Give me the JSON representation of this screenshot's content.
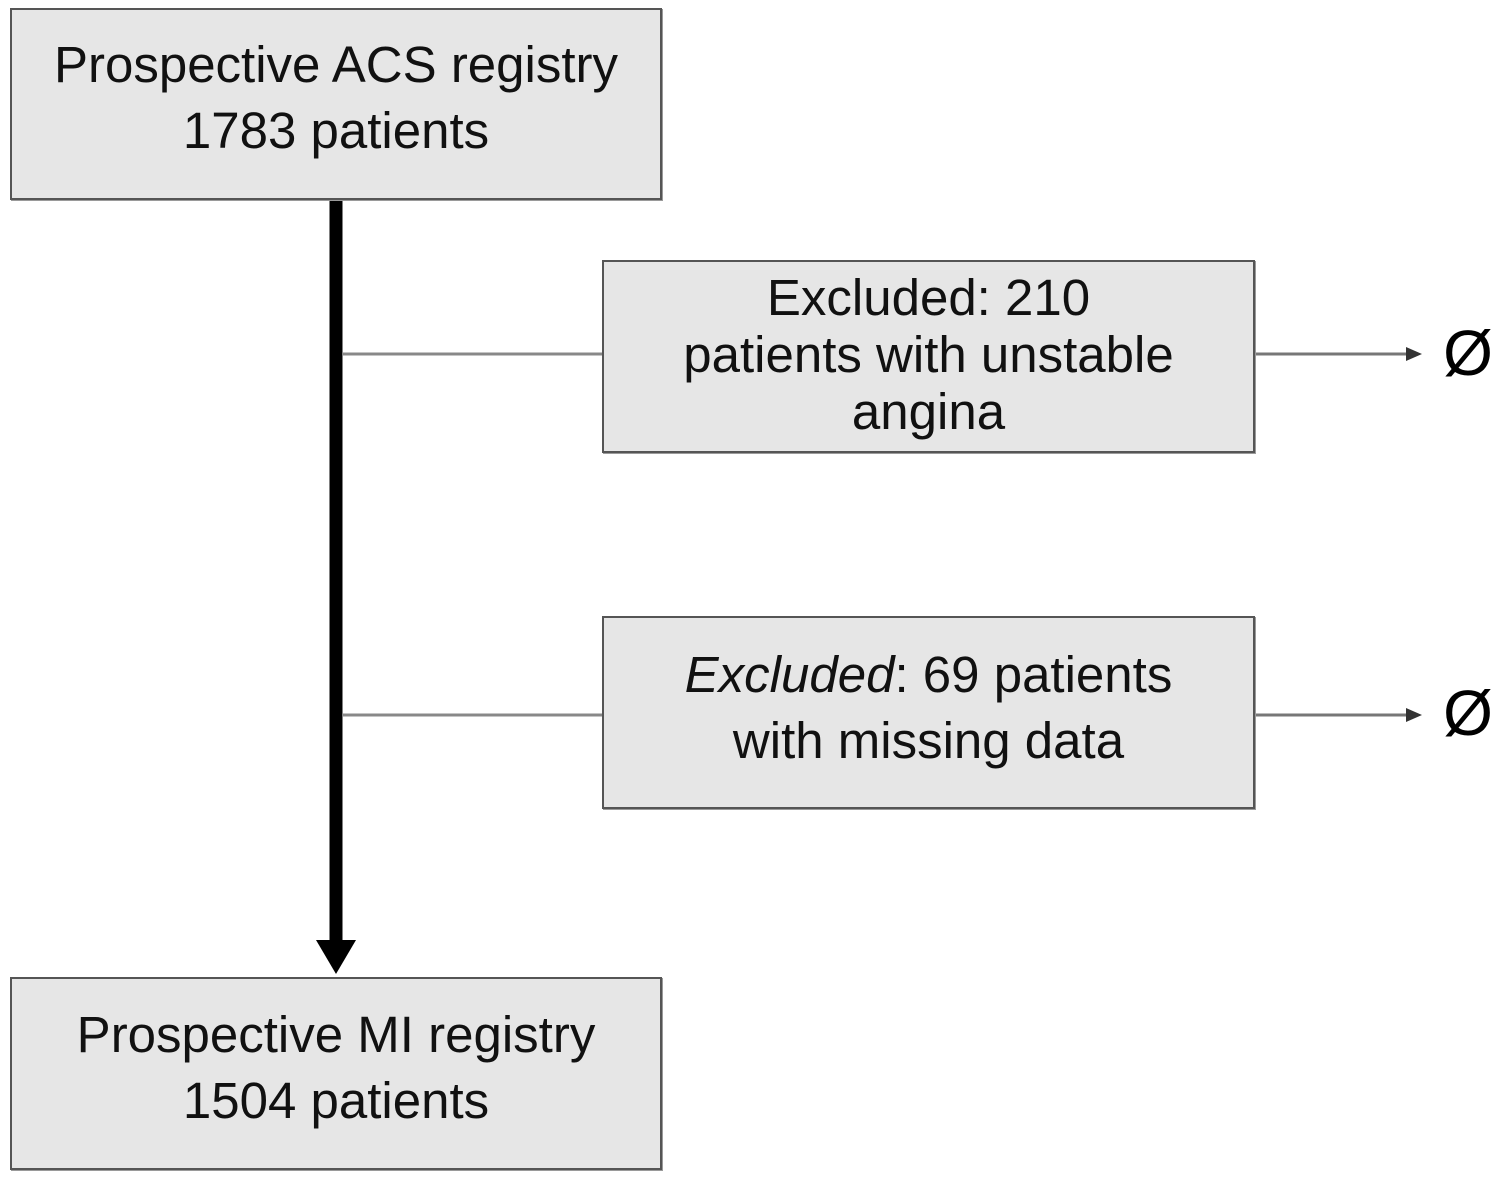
{
  "colors": {
    "box_fill": "#e6e6e6",
    "box_border": "#555555",
    "main_arrow": "#000000",
    "branch_line": "#888888"
  },
  "boxes": {
    "acs_registry": {
      "title": "Prospective ACS registry",
      "count": "1783 patients"
    },
    "excluded_unstable_angina": {
      "line1": "Excluded: 210",
      "line2": "patients with unstable",
      "line3": "angina"
    },
    "excluded_missing_data": {
      "label_italic": "Excluded",
      "label_rest": ": 69 patients",
      "line2": "with missing data"
    },
    "mi_registry": {
      "title": "Prospective MI registry",
      "count": "1504 patients"
    }
  },
  "null_symbol": "Ø",
  "icons": {
    "main_arrow": "arrow-down-icon",
    "exit_arrows": "arrow-right-icon"
  }
}
